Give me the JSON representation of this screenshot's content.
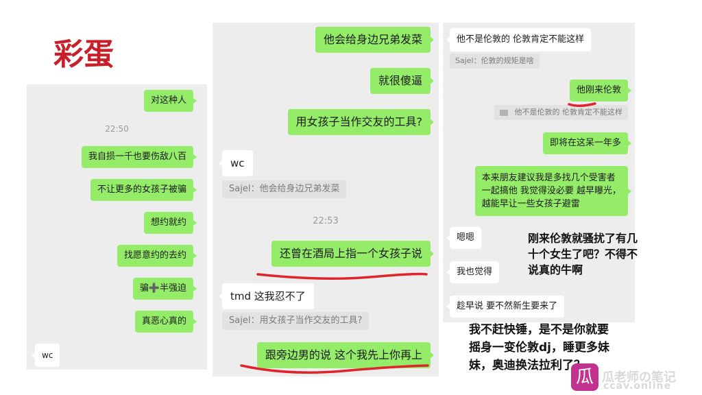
{
  "title": "彩蛋",
  "panel1": {
    "messages": [
      {
        "side": "me",
        "text": "对这种人"
      },
      {
        "side": "time",
        "text": "22:50"
      },
      {
        "side": "me",
        "text": "我自损一千也要伤敌八百"
      },
      {
        "side": "me",
        "text": "不让更多的女孩子被骗"
      },
      {
        "side": "me",
        "text": "想约就约"
      },
      {
        "side": "me",
        "text": "找愿意约的去约"
      },
      {
        "side": "me",
        "text": "骗➕半强迫"
      },
      {
        "side": "me",
        "text": "真恶心真的"
      },
      {
        "side": "them",
        "text": "wc"
      }
    ]
  },
  "panel2": {
    "messages": [
      {
        "side": "me",
        "text": "他会给身边兄弟发菜"
      },
      {
        "side": "me",
        "text": "就很傻逼"
      },
      {
        "side": "me",
        "text": "用女孩子当作交友的工具?"
      },
      {
        "side": "them",
        "text": "wc"
      },
      {
        "side": "quote",
        "text": "Sajel：他会给身边兄弟发菜"
      },
      {
        "side": "time",
        "text": "22:53"
      },
      {
        "side": "me",
        "text": "还曾在酒局上指一个女孩子说"
      },
      {
        "side": "them",
        "text": "tmd 这我忍不了"
      },
      {
        "side": "quote",
        "text": "Sajel：用女孩子当作交友的工具?"
      },
      {
        "side": "me",
        "text": "跟旁边男的说 这个我先上你再上"
      }
    ]
  },
  "panel3": {
    "messages": [
      {
        "side": "them",
        "text": "他不是伦敦的 伦敦肯定不能这样"
      },
      {
        "side": "quote",
        "text": "Sajel：伦敦的规矩是啥"
      },
      {
        "side": "me",
        "text": "他刚来伦敦"
      },
      {
        "side": "quote",
        "text": "他不是伦敦的 伦敦肯定不能这样"
      },
      {
        "side": "me",
        "text": "即将在这呆一年多"
      },
      {
        "side": "me",
        "text": [
          "本来朋友建议我是多找几个受害者",
          "一起搞他 我觉得没必要 越早曝光，",
          "越能早让一些女孩子避雷"
        ]
      },
      {
        "side": "them",
        "text": "嗯嗯"
      },
      {
        "side": "them",
        "text": "我也觉得"
      },
      {
        "side": "them",
        "text": "趁早说 要不然新生要来了"
      }
    ]
  },
  "caption1": [
    "刚来伦敦就骚扰了有几",
    "十个女生了吧？不得不",
    "说真的牛啊"
  ],
  "caption2": [
    "我不赶快锤，是不是你就要",
    "摇身一变伦敦dj，睡更多妹",
    "妹，奥迪换法拉利了？"
  ],
  "watermark": {
    "badge": "瓜",
    "line1": "瓜老师の笔记",
    "line2": "ccav.online"
  },
  "colors": {
    "title": "#c8202a",
    "bubble_me": "#95ec69",
    "bubble_them": "#ffffff",
    "panel_bg": "#ededed",
    "underline": "#e0242b"
  }
}
